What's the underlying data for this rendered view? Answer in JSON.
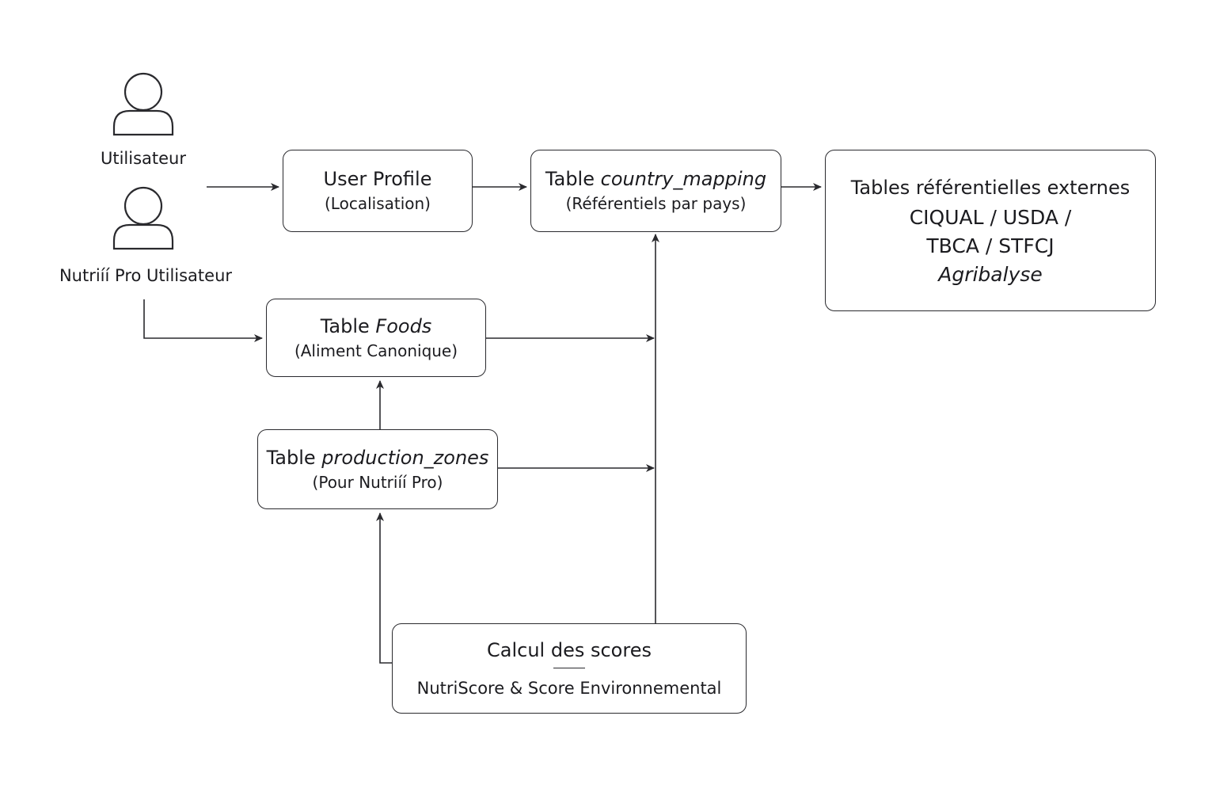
{
  "actors": {
    "user": {
      "label": "Utilisateur",
      "icon": "person-icon"
    },
    "pro_user": {
      "label": "Nutriíí Pro Utilisateur",
      "icon": "person-icon"
    }
  },
  "boxes": {
    "user_profile": {
      "title": "User Profile",
      "subtitle": "(Localisation)"
    },
    "country_mapping": {
      "title_prefix": "Table ",
      "title_em": "country_mapping",
      "subtitle": "(Référentiels par pays)"
    },
    "external_tables": {
      "line1": "Tables référentielles externes",
      "line2": "CIQUAL / USDA /",
      "line3": "TBCA / STFCJ",
      "line4": "Agribalyse"
    },
    "foods": {
      "title_prefix": "Table ",
      "title_em": "Foods",
      "subtitle": "(Aliment Canonique)"
    },
    "production_zones": {
      "title_prefix": "Table ",
      "title_em": "production_zones",
      "subtitle": "(Pour Nutriíí Pro)"
    },
    "scores": {
      "title": "Calcul des scores",
      "subtitle": "NutriScore & Score Environnemental"
    }
  },
  "colors": {
    "stroke": "#2a2a2e",
    "text": "#1b1b1f",
    "background": "#ffffff"
  }
}
